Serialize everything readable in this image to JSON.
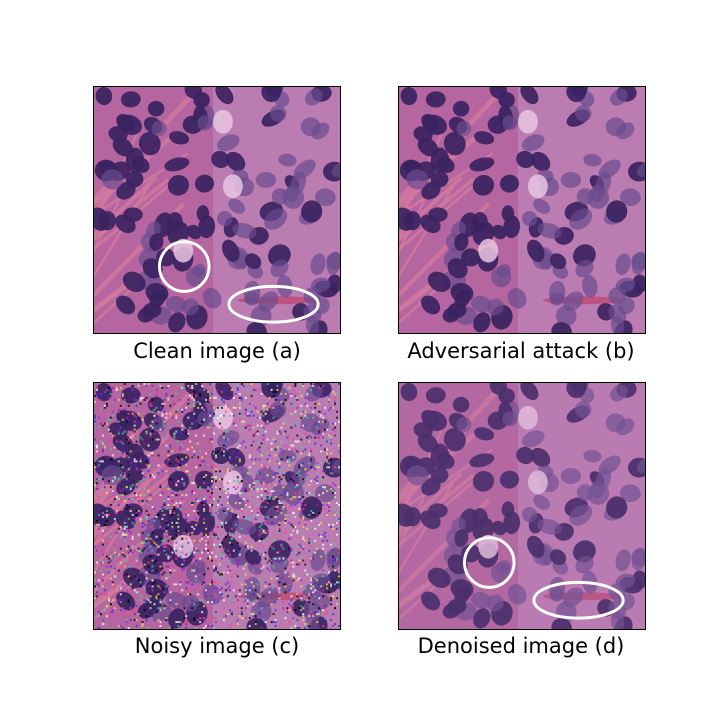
{
  "figure": {
    "panels": [
      {
        "id": "a",
        "caption": "Clean image (a)",
        "variant": "clean",
        "circles": true
      },
      {
        "id": "b",
        "caption": "Adversarial attack (b)",
        "variant": "clean",
        "circles": false
      },
      {
        "id": "c",
        "caption": "Noisy image (c)",
        "variant": "noisy",
        "circles": false
      },
      {
        "id": "d",
        "caption": "Denoised image (d)",
        "variant": "denoised",
        "circles": true
      }
    ],
    "colors": {
      "background_tissue": "#b5659f",
      "stroma_pink": "#d47aa0",
      "nucleus_dark": "#3b2361",
      "nucleus_mid": "#6a4b8f",
      "highlight_circle": "#ffffff"
    }
  }
}
